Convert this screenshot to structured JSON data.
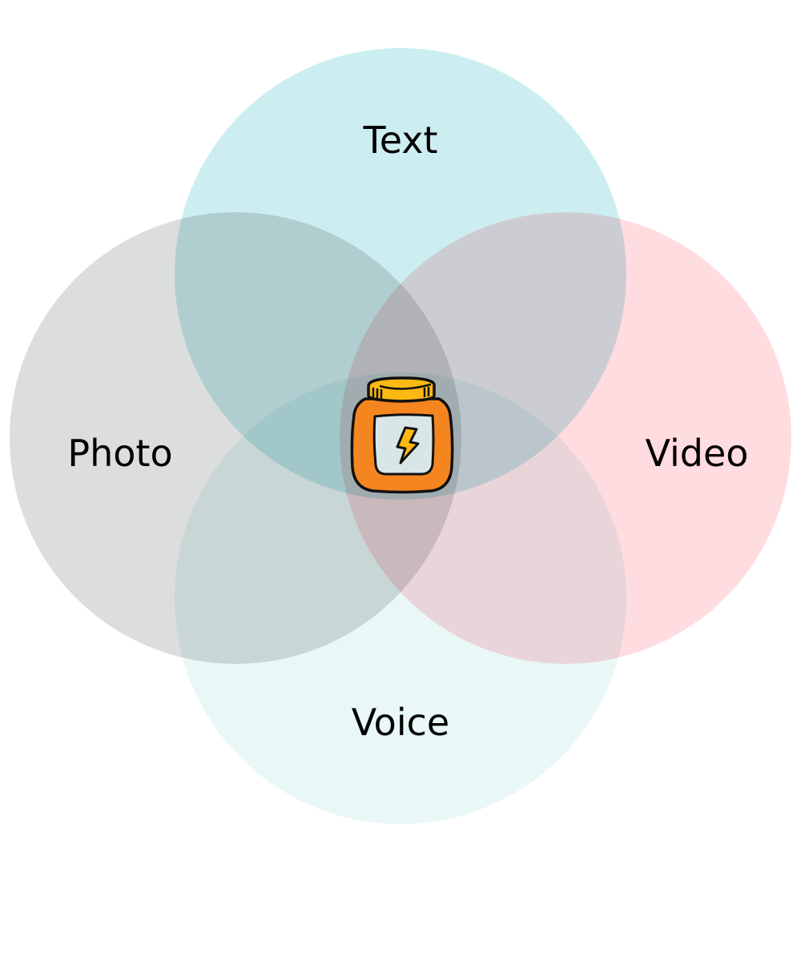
{
  "diagram": {
    "type": "venn",
    "sets": [
      {
        "label": "Text",
        "color": "#CCEEF0",
        "position": "top"
      },
      {
        "label": "Photo",
        "color": "#DCDDDD",
        "position": "left"
      },
      {
        "label": "Video",
        "color": "#FFDCE0",
        "position": "right"
      },
      {
        "label": "Voice",
        "color": "#E9F7F7",
        "position": "bottom"
      }
    ],
    "center_icon": {
      "name": "jar-with-lightning-icon",
      "body_color": "#F5851F",
      "lid_color": "#FDB913",
      "label_color": "#D8E6E8",
      "bolt_color": "#FDB913"
    }
  }
}
